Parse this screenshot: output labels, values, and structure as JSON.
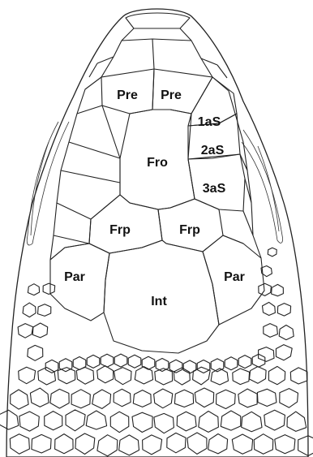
{
  "labels": {
    "pre_left": "Pre",
    "pre_right": "Pre",
    "sup_1": "1aS",
    "sup_2": "2aS",
    "sup_3": "3aS",
    "fro": "Fro",
    "frp_left": "Frp",
    "frp_right": "Frp",
    "par_left": "Par",
    "par_right": "Par",
    "int": "Int"
  },
  "colors": {
    "line": "#222222",
    "background": "#ffffff"
  }
}
